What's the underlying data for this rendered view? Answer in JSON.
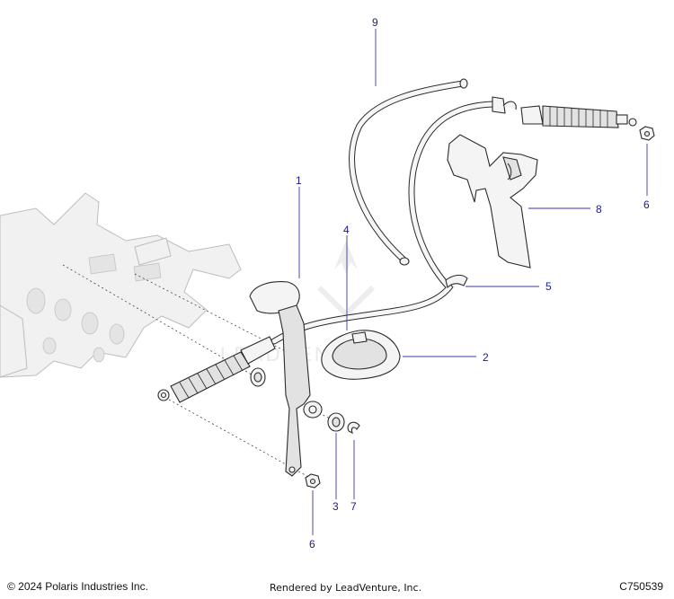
{
  "callouts": {
    "c1": "1",
    "c2": "2",
    "c3": "3",
    "c4": "4",
    "c5": "5",
    "c6a": "6",
    "c6b": "6",
    "c7": "7",
    "c8": "8",
    "c9": "9"
  },
  "watermark": "LEADVENTURE",
  "footer": {
    "copyright": "© 2024 Polaris Industries Inc.",
    "rendered_by": "Rendered by LeadVenture, Inc.",
    "diagram_id": "C750539"
  }
}
